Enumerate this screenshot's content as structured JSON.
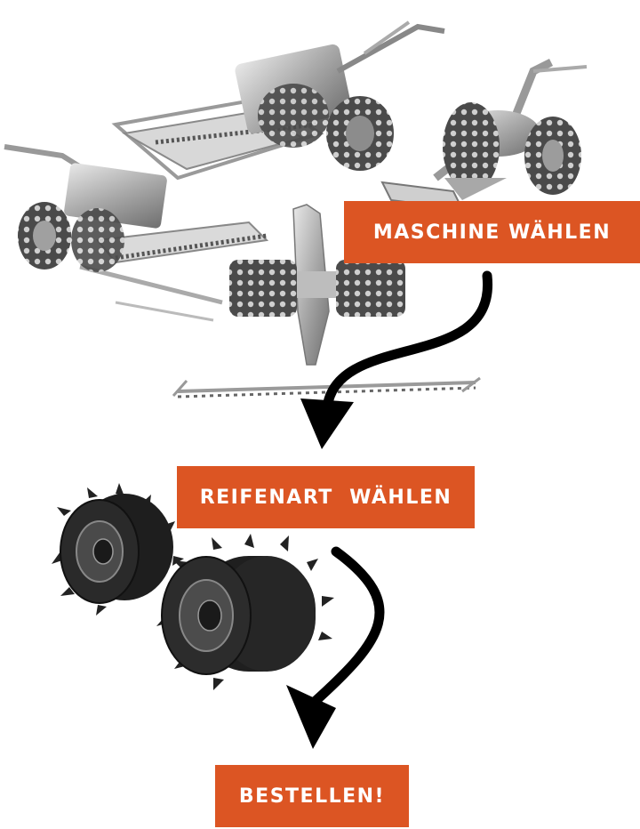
{
  "steps": {
    "select_machine": "MASCHINE WÄHLEN",
    "select_tire": "REIFENART  WÄHLEN",
    "order": "BESTELLEN!"
  },
  "colors": {
    "box_fill": "#dc5523",
    "box_text": "#ffffff",
    "arrow": "#000000",
    "machine_metal": "#b8b8b8",
    "tire_rubber": "#1a1a1a"
  },
  "icons": {
    "machines": [
      "motor-mower-icon",
      "motor-mower-icon",
      "motor-mower-icon",
      "motor-mower-icon"
    ],
    "tires": [
      "spiked-tire-icon",
      "spiked-double-tire-icon"
    ],
    "arrows": [
      "curved-arrow-down-icon",
      "curved-arrow-down-icon"
    ]
  }
}
